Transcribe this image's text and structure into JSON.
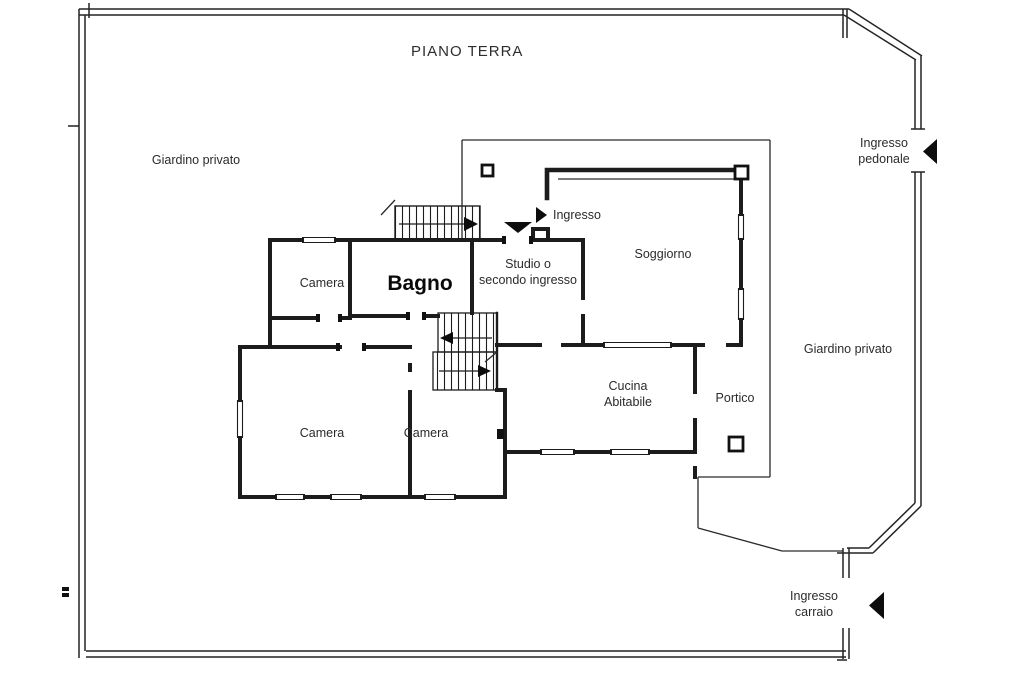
{
  "title": "PIANO TERRA",
  "colors": {
    "background": "#ffffff",
    "line": "#1c1c1c",
    "text": "#2b2b2b",
    "arrow": "#0d0d0d"
  },
  "outdoor": {
    "garden_left": "Giardino privato",
    "garden_right": "Giardino privato"
  },
  "entrances": {
    "pedestrian": {
      "line1": "Ingresso",
      "line2": "pedonale"
    },
    "driveway": {
      "line1": "Ingresso",
      "line2": "carraio"
    },
    "main": {
      "label": "Ingresso"
    }
  },
  "rooms": {
    "camera_nw": "Camera",
    "bagno": "Bagno",
    "studio": {
      "line1": "Studio o",
      "line2": "secondo ingresso"
    },
    "soggiorno": "Soggiorno",
    "camera_sw": "Camera",
    "camera_s": "Camera",
    "cucina": {
      "line1": "Cucina",
      "line2": "Abitabile"
    },
    "portico": "Portico"
  },
  "icons": {
    "pedestrian_gate_arrow": "left-black-triangle",
    "driveway_gate_arrow": "left-black-triangle",
    "main_entrance_arrow": "right-black-triangle",
    "entrance_door_arrow": "down-black-triangle",
    "external_stair_direction": "right-arrow",
    "internal_stair_up": "left-arrow",
    "internal_stair_down": "right-arrow"
  }
}
